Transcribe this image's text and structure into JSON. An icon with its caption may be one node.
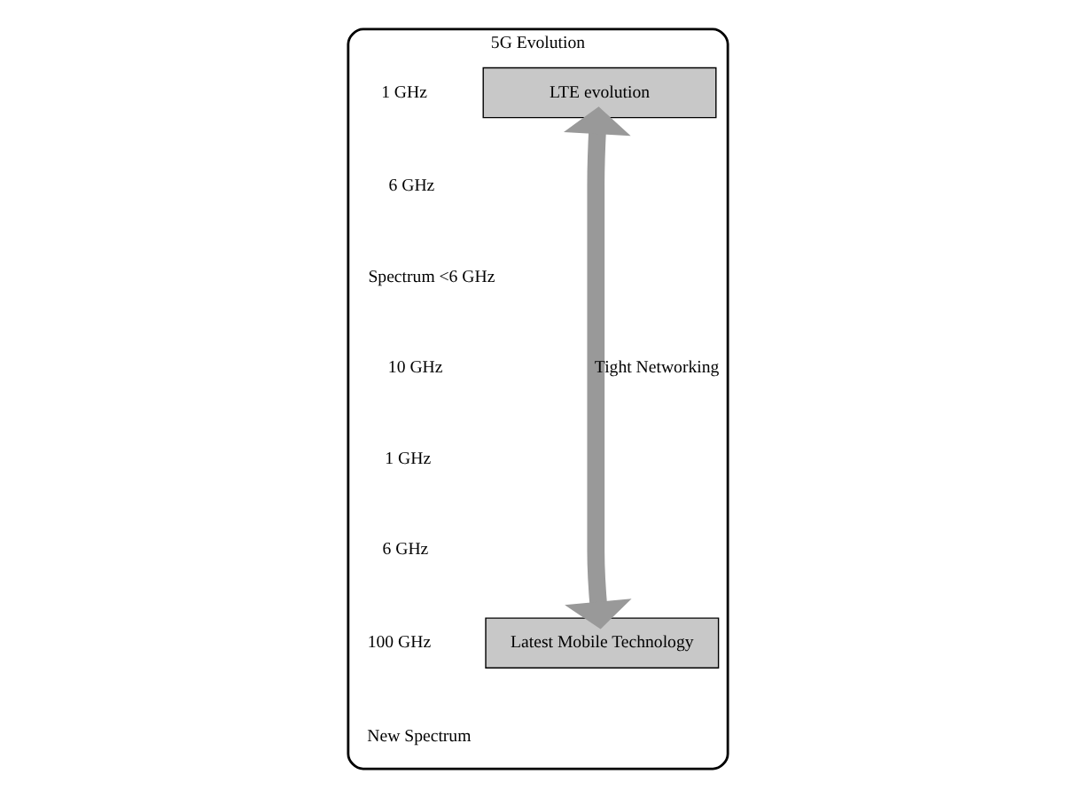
{
  "diagram": {
    "nodes": [
      {
        "text": [
          "5G Evolution"
        ]
      },
      {
        "text": [
          "LTE evolution"
        ],
        "in": 0
      },
      {
        "text": [
          "Latest Mobile Technology"
        ],
        "in": 0
      }
    ],
    "edges": [
      {
        "from": 1,
        "to": 2,
        "arrow": "both",
        "label": "Tight Networking"
      }
    ],
    "labels": [
      "1 GHz",
      "6 GHz",
      "Spectrum <6 GHz",
      "10 GHz",
      "1 GHz",
      "6 GHz",
      "100 GHz",
      "New Spectrum"
    ]
  }
}
